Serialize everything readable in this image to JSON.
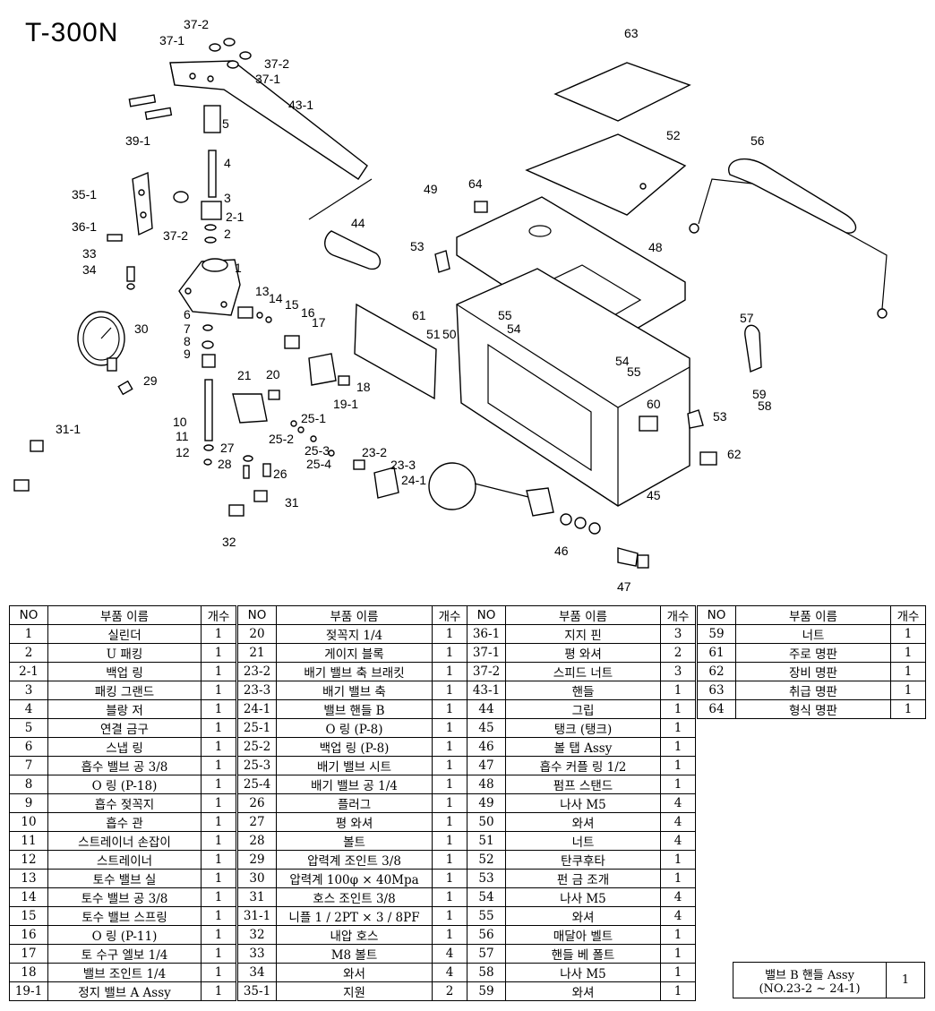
{
  "title": "T-300N",
  "labels": [
    "37-2",
    "37-1",
    "37-2",
    "37-1",
    "43-1",
    "39-1",
    "5",
    "4",
    "3",
    "2-1",
    "2",
    "35-1",
    "36-1",
    "37-2",
    "44",
    "33",
    "34",
    "1",
    "30",
    "29",
    "6",
    "7",
    "8",
    "9",
    "13",
    "14",
    "15",
    "16",
    "17",
    "20",
    "21",
    "18",
    "19-1",
    "10",
    "11",
    "12",
    "27",
    "28",
    "26",
    "25-1",
    "25-2",
    "25-3",
    "25-4",
    "23-2",
    "23-3",
    "24-1",
    "31-1",
    "31",
    "32",
    "63",
    "52",
    "56",
    "49",
    "64",
    "53",
    "48",
    "55",
    "54",
    "61",
    "51",
    "50",
    "54",
    "55",
    "57",
    "59",
    "58",
    "60",
    "53",
    "62",
    "45",
    "46",
    "47"
  ],
  "table_headers": {
    "no": "NO",
    "name": "부품 이름",
    "qty": "개수"
  },
  "columns": [
    [
      {
        "no": "1",
        "name": "실린더",
        "qty": "1"
      },
      {
        "no": "2",
        "name": "U 패킹",
        "qty": "1"
      },
      {
        "no": "2-1",
        "name": "백업 링",
        "qty": "1"
      },
      {
        "no": "3",
        "name": "패킹 그랜드",
        "qty": "1"
      },
      {
        "no": "4",
        "name": "블랑 저",
        "qty": "1"
      },
      {
        "no": "5",
        "name": "연결 금구",
        "qty": "1"
      },
      {
        "no": "6",
        "name": "스냅 링",
        "qty": "1"
      },
      {
        "no": "7",
        "name": "흡수 밸브 공 3/8",
        "qty": "1"
      },
      {
        "no": "8",
        "name": "O 링 (P-18)",
        "qty": "1"
      },
      {
        "no": "9",
        "name": "흡수 젖꼭지",
        "qty": "1"
      },
      {
        "no": "10",
        "name": "흡수 관",
        "qty": "1"
      },
      {
        "no": "11",
        "name": "스트레이너 손잡이",
        "qty": "1"
      },
      {
        "no": "12",
        "name": "스트레이너",
        "qty": "1"
      },
      {
        "no": "13",
        "name": "토수 밸브 실",
        "qty": "1"
      },
      {
        "no": "14",
        "name": "토수 밸브 공 3/8",
        "qty": "1"
      },
      {
        "no": "15",
        "name": "토수 밸브 스프링",
        "qty": "1"
      },
      {
        "no": "16",
        "name": "O 링 (P-11)",
        "qty": "1"
      },
      {
        "no": "17",
        "name": "토 수구 엘보 1/4",
        "qty": "1"
      },
      {
        "no": "18",
        "name": "밸브 조인트 1/4",
        "qty": "1"
      },
      {
        "no": "19-1",
        "name": "정지 밸브 A Assy",
        "qty": "1"
      }
    ],
    [
      {
        "no": "20",
        "name": "젖꼭지 1/4",
        "qty": "1"
      },
      {
        "no": "21",
        "name": "게이지 블록",
        "qty": "1"
      },
      {
        "no": "23-2",
        "name": "배기 밸브 축 브래킷",
        "qty": "1"
      },
      {
        "no": "23-3",
        "name": "배기 밸브 축",
        "qty": "1"
      },
      {
        "no": "24-1",
        "name": "밸브 핸들 B",
        "qty": "1"
      },
      {
        "no": "25-1",
        "name": "O 링 (P-8)",
        "qty": "1"
      },
      {
        "no": "25-2",
        "name": "백업 링 (P-8)",
        "qty": "1"
      },
      {
        "no": "25-3",
        "name": "배기 밸브 시트",
        "qty": "1"
      },
      {
        "no": "25-4",
        "name": "배기 밸브 공 1/4",
        "qty": "1"
      },
      {
        "no": "26",
        "name": "플러그",
        "qty": "1"
      },
      {
        "no": "27",
        "name": "평 와셔",
        "qty": "1"
      },
      {
        "no": "28",
        "name": "볼트",
        "qty": "1"
      },
      {
        "no": "29",
        "name": "압력계 조인트 3/8",
        "qty": "1"
      },
      {
        "no": "30",
        "name": "압력계 100φ × 40Mpa",
        "qty": "1"
      },
      {
        "no": "31",
        "name": "호스 조인트 3/8",
        "qty": "1"
      },
      {
        "no": "31-1",
        "name": "니플 1 / 2PT × 3 / 8PF",
        "qty": "1"
      },
      {
        "no": "32",
        "name": "내압 호스",
        "qty": "1"
      },
      {
        "no": "33",
        "name": "M8 볼트",
        "qty": "4"
      },
      {
        "no": "34",
        "name": "와서",
        "qty": "4"
      },
      {
        "no": "35-1",
        "name": "지원",
        "qty": "2"
      }
    ],
    [
      {
        "no": "36-1",
        "name": "지지 핀",
        "qty": "3"
      },
      {
        "no": "37-1",
        "name": "평 와셔",
        "qty": "2"
      },
      {
        "no": "37-2",
        "name": "스피드 너트",
        "qty": "3"
      },
      {
        "no": "43-1",
        "name": "핸들",
        "qty": "1"
      },
      {
        "no": "44",
        "name": "그립",
        "qty": "1"
      },
      {
        "no": "45",
        "name": "탱크 (탱크)",
        "qty": "1"
      },
      {
        "no": "46",
        "name": "볼 탭 Assy",
        "qty": "1"
      },
      {
        "no": "47",
        "name": "흡수 커플 링 1/2",
        "qty": "1"
      },
      {
        "no": "48",
        "name": "펌프 스탠드",
        "qty": "1"
      },
      {
        "no": "49",
        "name": "나사 M5",
        "qty": "4"
      },
      {
        "no": "50",
        "name": "와셔",
        "qty": "4"
      },
      {
        "no": "51",
        "name": "너트",
        "qty": "4"
      },
      {
        "no": "52",
        "name": "탄쿠후타",
        "qty": "1"
      },
      {
        "no": "53",
        "name": "펀 금 조개",
        "qty": "1"
      },
      {
        "no": "54",
        "name": "나사 M5",
        "qty": "4"
      },
      {
        "no": "55",
        "name": "와셔",
        "qty": "4"
      },
      {
        "no": "56",
        "name": "매달아 벨트",
        "qty": "1"
      },
      {
        "no": "57",
        "name": "핸들 베 폴트",
        "qty": "1"
      },
      {
        "no": "58",
        "name": "나사 M5",
        "qty": "1"
      },
      {
        "no": "59",
        "name": "와셔",
        "qty": "1"
      }
    ],
    [
      {
        "no": "59",
        "name": "너트",
        "qty": "1"
      },
      {
        "no": "61",
        "name": "주로 명판",
        "qty": "1"
      },
      {
        "no": "62",
        "name": "장비 명판",
        "qty": "1"
      },
      {
        "no": "63",
        "name": "취급 명판",
        "qty": "1"
      },
      {
        "no": "64",
        "name": "형식 명판",
        "qty": "1"
      }
    ]
  ],
  "assy_note": {
    "name_line1": "밸브 B 핸들 Assy",
    "name_line2": "(NO.23-2 ~ 24-1)",
    "qty": "1"
  }
}
